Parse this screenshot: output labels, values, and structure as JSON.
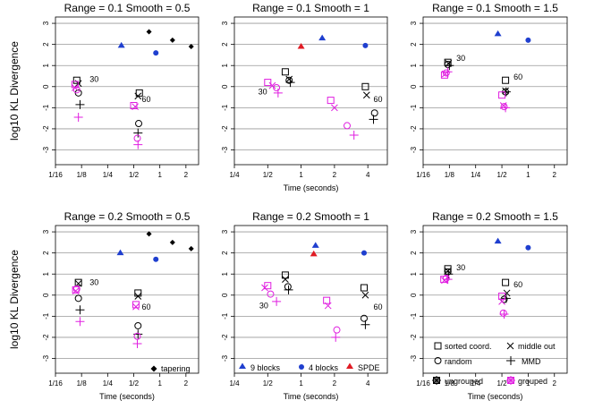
{
  "figure": {
    "ylabel": "log10 KL Divergence"
  },
  "colors": {
    "tapering": "#000000",
    "nine_blocks": "#1f3fcf",
    "four_blocks": "#1f3fcf",
    "spde": "#e01b24",
    "ungrouped": "#000000",
    "grouped": "#e01ee0",
    "grid": "#999999"
  },
  "legend": {
    "tapering": "tapering",
    "nine_blocks": "9 blocks",
    "four_blocks": "4 blocks",
    "spde": "SPDE",
    "sorted": "sorted coord.",
    "middle_out": "middle out",
    "random": "random",
    "mmd": "MMD",
    "ungrouped": "ungrouped",
    "grouped": "grouped"
  },
  "chart_data": [
    {
      "type": "scatter",
      "title": "Range =  0.1   Smooth =  0.5",
      "xlabel": "",
      "ylabel": "log10 KL Divergence",
      "log2_x": true,
      "xlim": [
        0.0625,
        2.8
      ],
      "ylim": [
        -3.7,
        3.3
      ],
      "xticks": [
        0.0625,
        0.125,
        0.25,
        0.5,
        1,
        2
      ],
      "xticklabels": [
        "1/16",
        "1/8",
        "1/4",
        "1/2",
        "1",
        "2"
      ],
      "yticks": [
        -3,
        -2,
        -1,
        0,
        1,
        2,
        3
      ],
      "yticklabels": [
        "-3",
        "-2",
        "-1",
        "0",
        "1",
        "2",
        "3"
      ],
      "annotations": [
        {
          "text": "30",
          "x": 0.155,
          "y": 0.35
        },
        {
          "text": "60",
          "x": 0.62,
          "y": -0.6
        }
      ],
      "points": [
        {
          "m": "tapering",
          "x": 0.75,
          "y": 2.6
        },
        {
          "m": "tapering",
          "x": 1.4,
          "y": 2.2
        },
        {
          "m": "tapering",
          "x": 2.3,
          "y": 1.9
        },
        {
          "m": "nine",
          "x": 0.36,
          "y": 1.95
        },
        {
          "m": "four",
          "x": 0.9,
          "y": 1.6
        },
        {
          "m": "sorted",
          "g": "u",
          "x": 0.11,
          "y": 0.3
        },
        {
          "m": "middle",
          "g": "u",
          "x": 0.115,
          "y": 0.15
        },
        {
          "m": "random",
          "g": "u",
          "x": 0.115,
          "y": -0.3
        },
        {
          "m": "mmd",
          "g": "u",
          "x": 0.12,
          "y": -0.85
        },
        {
          "m": "sorted",
          "g": "g",
          "x": 0.105,
          "y": 0.1
        },
        {
          "m": "middle",
          "g": "g",
          "x": 0.105,
          "y": -0.05
        },
        {
          "m": "random",
          "g": "g",
          "x": 0.11,
          "y": -0.15
        },
        {
          "m": "mmd",
          "g": "g",
          "x": 0.115,
          "y": -1.45
        },
        {
          "m": "sorted",
          "g": "u",
          "x": 0.58,
          "y": -0.3
        },
        {
          "m": "middle",
          "g": "u",
          "x": 0.56,
          "y": -0.45
        },
        {
          "m": "random",
          "g": "u",
          "x": 0.57,
          "y": -1.75
        },
        {
          "m": "mmd",
          "g": "u",
          "x": 0.56,
          "y": -2.2
        },
        {
          "m": "sorted",
          "g": "g",
          "x": 0.5,
          "y": -0.9
        },
        {
          "m": "middle",
          "g": "g",
          "x": 0.52,
          "y": -0.95
        },
        {
          "m": "random",
          "g": "g",
          "x": 0.55,
          "y": -2.45
        },
        {
          "m": "mmd",
          "g": "g",
          "x": 0.56,
          "y": -2.75
        }
      ]
    },
    {
      "type": "scatter",
      "title": "Range =  0.1   Smooth =  1",
      "xlabel": "Time (seconds)",
      "ylabel": "",
      "log2_x": true,
      "xlim": [
        0.25,
        6
      ],
      "ylim": [
        -3.7,
        3.3
      ],
      "xticks": [
        0.25,
        0.5,
        1,
        2,
        4
      ],
      "xticklabels": [
        "1/4",
        "1/2",
        "1",
        "2",
        "4"
      ],
      "yticks": [
        -3,
        -2,
        -1,
        0,
        1,
        2,
        3
      ],
      "yticklabels": [
        "-3",
        "-2",
        "-1",
        "0",
        "1",
        "2",
        "3"
      ],
      "annotations": [
        {
          "text": "30",
          "x": 0.41,
          "y": -0.25
        },
        {
          "text": "60",
          "x": 4.5,
          "y": -0.6
        }
      ],
      "points": [
        {
          "m": "spde",
          "x": 1.0,
          "y": 1.9
        },
        {
          "m": "nine",
          "x": 1.55,
          "y": 2.3
        },
        {
          "m": "four",
          "x": 3.8,
          "y": 1.95
        },
        {
          "m": "sorted",
          "g": "u",
          "x": 0.72,
          "y": 0.7
        },
        {
          "m": "middle",
          "g": "u",
          "x": 0.78,
          "y": 0.35
        },
        {
          "m": "random",
          "g": "u",
          "x": 0.78,
          "y": 0.3
        },
        {
          "m": "mmd",
          "g": "u",
          "x": 0.8,
          "y": 0.2
        },
        {
          "m": "sorted",
          "g": "g",
          "x": 0.5,
          "y": 0.2
        },
        {
          "m": "middle",
          "g": "g",
          "x": 0.55,
          "y": 0.05
        },
        {
          "m": "random",
          "g": "g",
          "x": 0.6,
          "y": -0.05
        },
        {
          "m": "mmd",
          "g": "g",
          "x": 0.62,
          "y": -0.3
        },
        {
          "m": "sorted",
          "g": "u",
          "x": 3.8,
          "y": 0.0
        },
        {
          "m": "middle",
          "g": "u",
          "x": 3.9,
          "y": -0.4
        },
        {
          "m": "random",
          "g": "u",
          "x": 4.6,
          "y": -1.25
        },
        {
          "m": "mmd",
          "g": "u",
          "x": 4.5,
          "y": -1.55
        },
        {
          "m": "sorted",
          "g": "g",
          "x": 1.85,
          "y": -0.65
        },
        {
          "m": "middle",
          "g": "g",
          "x": 2.0,
          "y": -1.0
        },
        {
          "m": "random",
          "g": "g",
          "x": 2.6,
          "y": -1.85
        },
        {
          "m": "mmd",
          "g": "g",
          "x": 3.0,
          "y": -2.3
        }
      ]
    },
    {
      "type": "scatter",
      "title": "Range =  0.1   Smooth =  1.5",
      "xlabel": "",
      "ylabel": "",
      "log2_x": true,
      "xlim": [
        0.0625,
        2.8
      ],
      "ylim": [
        -3.7,
        3.3
      ],
      "xticks": [
        0.0625,
        0.125,
        0.25,
        0.5,
        1,
        2
      ],
      "xticklabels": [
        "1/16",
        "1/8",
        "1/4",
        "1/2",
        "1",
        "2"
      ],
      "yticks": [
        -3,
        -2,
        -1,
        0,
        1,
        2,
        3
      ],
      "yticklabels": [
        "-3",
        "-2",
        "-1",
        "0",
        "1",
        "2",
        "3"
      ],
      "annotations": [
        {
          "text": "30",
          "x": 0.15,
          "y": 1.35
        },
        {
          "text": "60",
          "x": 0.68,
          "y": 0.45
        }
      ],
      "points": [
        {
          "m": "nine",
          "x": 0.45,
          "y": 2.5
        },
        {
          "m": "four",
          "x": 1.0,
          "y": 2.2
        },
        {
          "m": "sorted",
          "g": "u",
          "x": 0.12,
          "y": 1.15
        },
        {
          "m": "middle",
          "g": "u",
          "x": 0.122,
          "y": 1.1
        },
        {
          "m": "random",
          "g": "u",
          "x": 0.12,
          "y": 1.05
        },
        {
          "m": "mmd",
          "g": "u",
          "x": 0.125,
          "y": 1.0
        },
        {
          "m": "sorted",
          "g": "g",
          "x": 0.11,
          "y": 0.55
        },
        {
          "m": "middle",
          "g": "g",
          "x": 0.112,
          "y": 0.6
        },
        {
          "m": "random",
          "g": "g",
          "x": 0.115,
          "y": 0.65
        },
        {
          "m": "mmd",
          "g": "g",
          "x": 0.12,
          "y": 0.7
        },
        {
          "m": "sorted",
          "g": "u",
          "x": 0.55,
          "y": 0.3
        },
        {
          "m": "middle",
          "g": "u",
          "x": 0.55,
          "y": -0.2
        },
        {
          "m": "random",
          "g": "u",
          "x": 0.55,
          "y": -0.25
        },
        {
          "m": "mmd",
          "g": "u",
          "x": 0.56,
          "y": -0.25
        },
        {
          "m": "sorted",
          "g": "g",
          "x": 0.5,
          "y": -0.4
        },
        {
          "m": "middle",
          "g": "g",
          "x": 0.52,
          "y": -0.9
        },
        {
          "m": "random",
          "g": "g",
          "x": 0.53,
          "y": -0.95
        },
        {
          "m": "mmd",
          "g": "g",
          "x": 0.55,
          "y": -1.0
        }
      ]
    },
    {
      "type": "scatter",
      "title": "Range =  0.2   Smooth =  0.5",
      "xlabel": "Time (seconds)",
      "ylabel": "log10 KL Divergence",
      "log2_x": true,
      "xlim": [
        0.0625,
        2.8
      ],
      "ylim": [
        -3.7,
        3.3
      ],
      "xticks": [
        0.0625,
        0.125,
        0.25,
        0.5,
        1,
        2
      ],
      "xticklabels": [
        "1/16",
        "1/8",
        "1/4",
        "1/2",
        "1",
        "2"
      ],
      "yticks": [
        -3,
        -2,
        -1,
        0,
        1,
        2,
        3
      ],
      "yticklabels": [
        "-3",
        "-2",
        "-1",
        "0",
        "1",
        "2",
        "3"
      ],
      "annotations": [
        {
          "text": "30",
          "x": 0.155,
          "y": 0.6
        },
        {
          "text": "60",
          "x": 0.62,
          "y": -0.55
        }
      ],
      "points": [
        {
          "m": "tapering",
          "x": 0.75,
          "y": 2.9
        },
        {
          "m": "tapering",
          "x": 1.4,
          "y": 2.5
        },
        {
          "m": "tapering",
          "x": 2.3,
          "y": 2.2
        },
        {
          "m": "nine",
          "x": 0.35,
          "y": 2.0
        },
        {
          "m": "four",
          "x": 0.9,
          "y": 1.7
        },
        {
          "m": "sorted",
          "g": "u",
          "x": 0.115,
          "y": 0.6
        },
        {
          "m": "middle",
          "g": "u",
          "x": 0.115,
          "y": 0.55
        },
        {
          "m": "random",
          "g": "u",
          "x": 0.115,
          "y": -0.15
        },
        {
          "m": "mmd",
          "g": "u",
          "x": 0.12,
          "y": -0.7
        },
        {
          "m": "sorted",
          "g": "g",
          "x": 0.107,
          "y": 0.25
        },
        {
          "m": "middle",
          "g": "g",
          "x": 0.107,
          "y": 0.2
        },
        {
          "m": "random",
          "g": "g",
          "x": 0.11,
          "y": 0.3
        },
        {
          "m": "mmd",
          "g": "g",
          "x": 0.12,
          "y": -1.25
        },
        {
          "m": "sorted",
          "g": "u",
          "x": 0.56,
          "y": 0.1
        },
        {
          "m": "middle",
          "g": "u",
          "x": 0.56,
          "y": -0.05
        },
        {
          "m": "random",
          "g": "u",
          "x": 0.56,
          "y": -1.45
        },
        {
          "m": "mmd",
          "g": "u",
          "x": 0.56,
          "y": -1.85
        },
        {
          "m": "sorted",
          "g": "g",
          "x": 0.53,
          "y": -0.45
        },
        {
          "m": "middle",
          "g": "g",
          "x": 0.53,
          "y": -0.55
        },
        {
          "m": "random",
          "g": "g",
          "x": 0.55,
          "y": -1.95
        },
        {
          "m": "mmd",
          "g": "g",
          "x": 0.55,
          "y": -2.3
        }
      ]
    },
    {
      "type": "scatter",
      "title": "Range =  0.2   Smooth =  1",
      "xlabel": "Time (seconds)",
      "ylabel": "",
      "log2_x": true,
      "xlim": [
        0.25,
        6
      ],
      "ylim": [
        -3.7,
        3.3
      ],
      "xticks": [
        0.25,
        0.5,
        1,
        2,
        4
      ],
      "xticklabels": [
        "1/4",
        "1/2",
        "1",
        "2",
        "4"
      ],
      "yticks": [
        -3,
        -2,
        -1,
        0,
        1,
        2,
        3
      ],
      "yticklabels": [
        "-3",
        "-2",
        "-1",
        "0",
        "1",
        "2",
        "3"
      ],
      "annotations": [
        {
          "text": "30",
          "x": 0.42,
          "y": -0.5
        },
        {
          "text": "60",
          "x": 4.5,
          "y": -0.55
        }
      ],
      "points": [
        {
          "m": "spde",
          "x": 1.3,
          "y": 1.95
        },
        {
          "m": "nine",
          "x": 1.35,
          "y": 2.35
        },
        {
          "m": "four",
          "x": 3.7,
          "y": 2.0
        },
        {
          "m": "sorted",
          "g": "u",
          "x": 0.72,
          "y": 0.95
        },
        {
          "m": "middle",
          "g": "u",
          "x": 0.72,
          "y": 0.75
        },
        {
          "m": "random",
          "g": "u",
          "x": 0.76,
          "y": 0.4
        },
        {
          "m": "mmd",
          "g": "u",
          "x": 0.77,
          "y": 0.25
        },
        {
          "m": "sorted",
          "g": "g",
          "x": 0.5,
          "y": 0.45
        },
        {
          "m": "middle",
          "g": "g",
          "x": 0.47,
          "y": 0.35
        },
        {
          "m": "random",
          "g": "g",
          "x": 0.53,
          "y": 0.05
        },
        {
          "m": "mmd",
          "g": "g",
          "x": 0.6,
          "y": -0.3
        },
        {
          "m": "sorted",
          "g": "u",
          "x": 3.7,
          "y": 0.35
        },
        {
          "m": "middle",
          "g": "u",
          "x": 3.8,
          "y": 0.0
        },
        {
          "m": "random",
          "g": "u",
          "x": 3.7,
          "y": -1.1
        },
        {
          "m": "mmd",
          "g": "u",
          "x": 3.8,
          "y": -1.4
        },
        {
          "m": "sorted",
          "g": "g",
          "x": 1.7,
          "y": -0.25
        },
        {
          "m": "middle",
          "g": "g",
          "x": 1.75,
          "y": -0.5
        },
        {
          "m": "random",
          "g": "g",
          "x": 2.1,
          "y": -1.65
        },
        {
          "m": "mmd",
          "g": "g",
          "x": 2.05,
          "y": -2.0
        }
      ]
    },
    {
      "type": "scatter",
      "title": "Range =  0.2   Smooth =  1.5",
      "xlabel": "Time (seconds)",
      "ylabel": "",
      "log2_x": true,
      "xlim": [
        0.0625,
        2.8
      ],
      "ylim": [
        -3.7,
        3.3
      ],
      "xticks": [
        0.0625,
        0.125,
        0.25,
        0.5,
        1,
        2
      ],
      "xticklabels": [
        "1/16",
        "1/8",
        "1/4",
        "1/2",
        "1",
        "2"
      ],
      "yticks": [
        -3,
        -2,
        -1,
        0,
        1,
        2,
        3
      ],
      "yticklabels": [
        "-3",
        "-2",
        "-1",
        "0",
        "1",
        "2",
        "3"
      ],
      "annotations": [
        {
          "text": "30",
          "x": 0.15,
          "y": 1.3
        },
        {
          "text": "60",
          "x": 0.68,
          "y": 0.5
        }
      ],
      "points": [
        {
          "m": "nine",
          "x": 0.45,
          "y": 2.55
        },
        {
          "m": "four",
          "x": 1.0,
          "y": 2.25
        },
        {
          "m": "sorted",
          "g": "u",
          "x": 0.12,
          "y": 1.25
        },
        {
          "m": "middle",
          "g": "u",
          "x": 0.12,
          "y": 1.15
        },
        {
          "m": "random",
          "g": "u",
          "x": 0.12,
          "y": 1.1
        },
        {
          "m": "mmd",
          "g": "u",
          "x": 0.122,
          "y": 1.0
        },
        {
          "m": "sorted",
          "g": "g",
          "x": 0.108,
          "y": 0.75
        },
        {
          "m": "middle",
          "g": "g",
          "x": 0.11,
          "y": 0.7
        },
        {
          "m": "random",
          "g": "g",
          "x": 0.115,
          "y": 0.8
        },
        {
          "m": "mmd",
          "g": "g",
          "x": 0.12,
          "y": 0.75
        },
        {
          "m": "sorted",
          "g": "u",
          "x": 0.55,
          "y": 0.6
        },
        {
          "m": "middle",
          "g": "u",
          "x": 0.57,
          "y": 0.1
        },
        {
          "m": "random",
          "g": "u",
          "x": 0.53,
          "y": -0.2
        },
        {
          "m": "mmd",
          "g": "u",
          "x": 0.56,
          "y": -0.15
        },
        {
          "m": "sorted",
          "g": "g",
          "x": 0.5,
          "y": -0.05
        },
        {
          "m": "middle",
          "g": "g",
          "x": 0.5,
          "y": -0.3
        },
        {
          "m": "random",
          "g": "g",
          "x": 0.52,
          "y": -0.85
        },
        {
          "m": "mmd",
          "g": "g",
          "x": 0.53,
          "y": -0.9
        }
      ]
    }
  ]
}
